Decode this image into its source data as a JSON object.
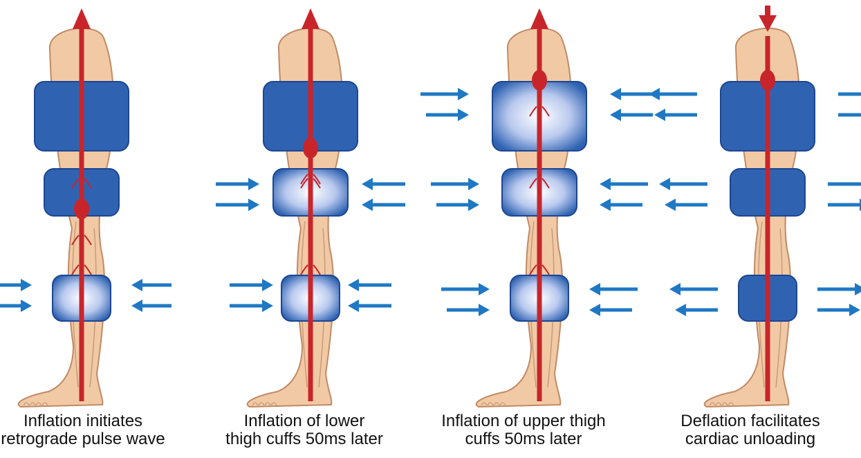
{
  "colors": {
    "skin": "#f1c9a5",
    "skin_outline": "#c08a64",
    "skin_detail": "#c79b7a",
    "cuff": "#2f63b2",
    "cuff_light": "#e4ecff",
    "cuff_outline": "#1d4590",
    "blood": "#c8252b",
    "pressure_arrow": "#1f78c4",
    "caption_text": "#111111"
  },
  "panels": [
    {
      "id": "panel-1",
      "caption_lines": [
        "Inflation initiates",
        "retrograde pulse wave"
      ],
      "inflated_cuffs": [
        "calf"
      ],
      "arrow_direction": "inward",
      "flow_direction": "up",
      "pulse_position": "knee"
    },
    {
      "id": "panel-2",
      "caption_lines": [
        "Inflation of lower",
        "thigh cuffs 50ms later"
      ],
      "inflated_cuffs": [
        "lower-thigh",
        "calf"
      ],
      "arrow_direction": "inward",
      "flow_direction": "up",
      "pulse_position": "mid-thigh"
    },
    {
      "id": "panel-3",
      "caption_lines": [
        "Inflation of upper thigh",
        "cuffs 50ms later"
      ],
      "inflated_cuffs": [
        "upper-thigh",
        "lower-thigh",
        "calf"
      ],
      "arrow_direction": "inward",
      "flow_direction": "up",
      "pulse_position": "hip"
    },
    {
      "id": "panel-4",
      "caption_lines": [
        "Deflation facilitates",
        "cardiac unloading"
      ],
      "inflated_cuffs": [],
      "arrow_direction": "outward",
      "flow_direction": "down",
      "pulse_position": "hip"
    }
  ]
}
